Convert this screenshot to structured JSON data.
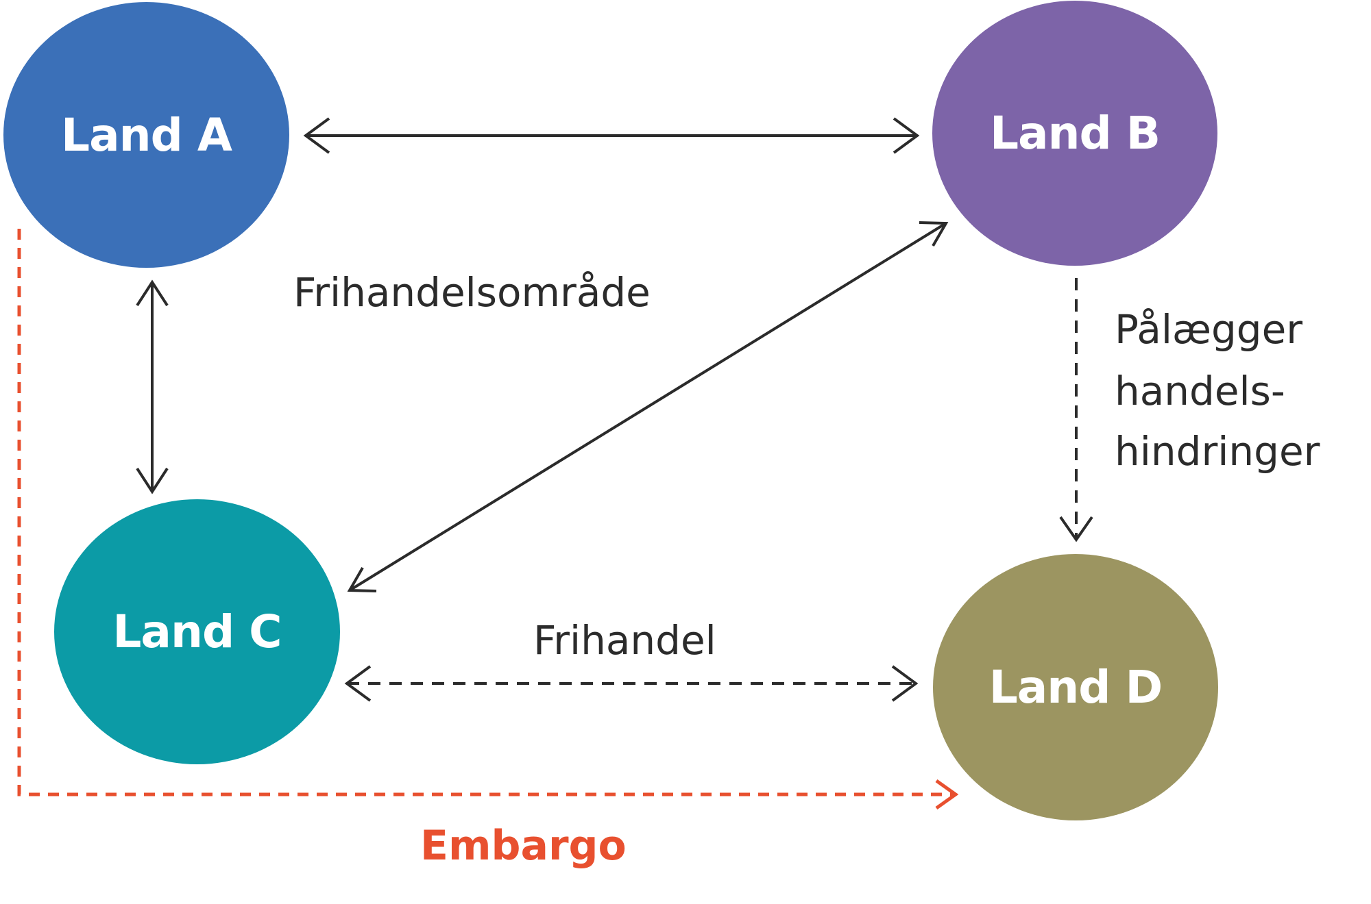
{
  "nodes": {
    "land_a": {
      "label": "Land A",
      "color": "#3b70b8"
    },
    "land_b": {
      "label": "Land B",
      "color": "#7d64a8"
    },
    "land_c": {
      "label": "Land C",
      "color": "#0c9ba6"
    },
    "land_d": {
      "label": "Land D",
      "color": "#9c9561"
    }
  },
  "relations": {
    "free_trade_area": "Frihandelsområde",
    "free_trade": "Frihandel",
    "trade_barriers": [
      "Pålægger",
      "handels-",
      "hindringer"
    ],
    "embargo": "Embargo"
  },
  "colors": {
    "line": "#2b2b2b",
    "embargo": "#e8502f"
  }
}
